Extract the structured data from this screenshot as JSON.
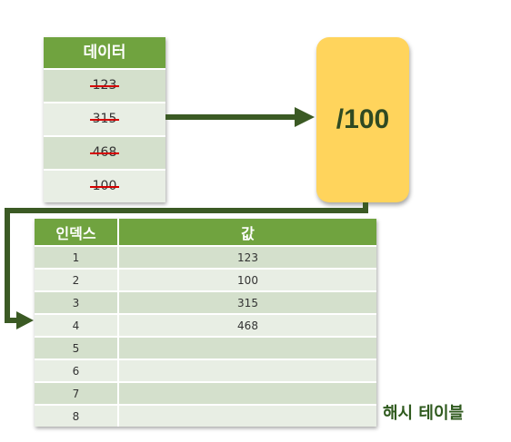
{
  "data_table": {
    "header": "데이터",
    "values": [
      "123",
      "315",
      "468",
      "100"
    ]
  },
  "operation": "/100",
  "hash_table": {
    "caption": "해시 테이블",
    "columns": [
      "인덱스",
      "값"
    ],
    "rows": [
      {
        "index": "1",
        "value": "123"
      },
      {
        "index": "2",
        "value": "100"
      },
      {
        "index": "3",
        "value": "315"
      },
      {
        "index": "4",
        "value": "468"
      },
      {
        "index": "5",
        "value": ""
      },
      {
        "index": "6",
        "value": ""
      },
      {
        "index": "7",
        "value": ""
      },
      {
        "index": "8",
        "value": ""
      }
    ]
  },
  "colors": {
    "header_green": "#70a33f",
    "row_dark": "#d4e0cc",
    "row_light": "#e8eee4",
    "box_yellow": "#ffd45c",
    "arrow_green": "#3b5a24",
    "strike_red": "#d40000"
  }
}
